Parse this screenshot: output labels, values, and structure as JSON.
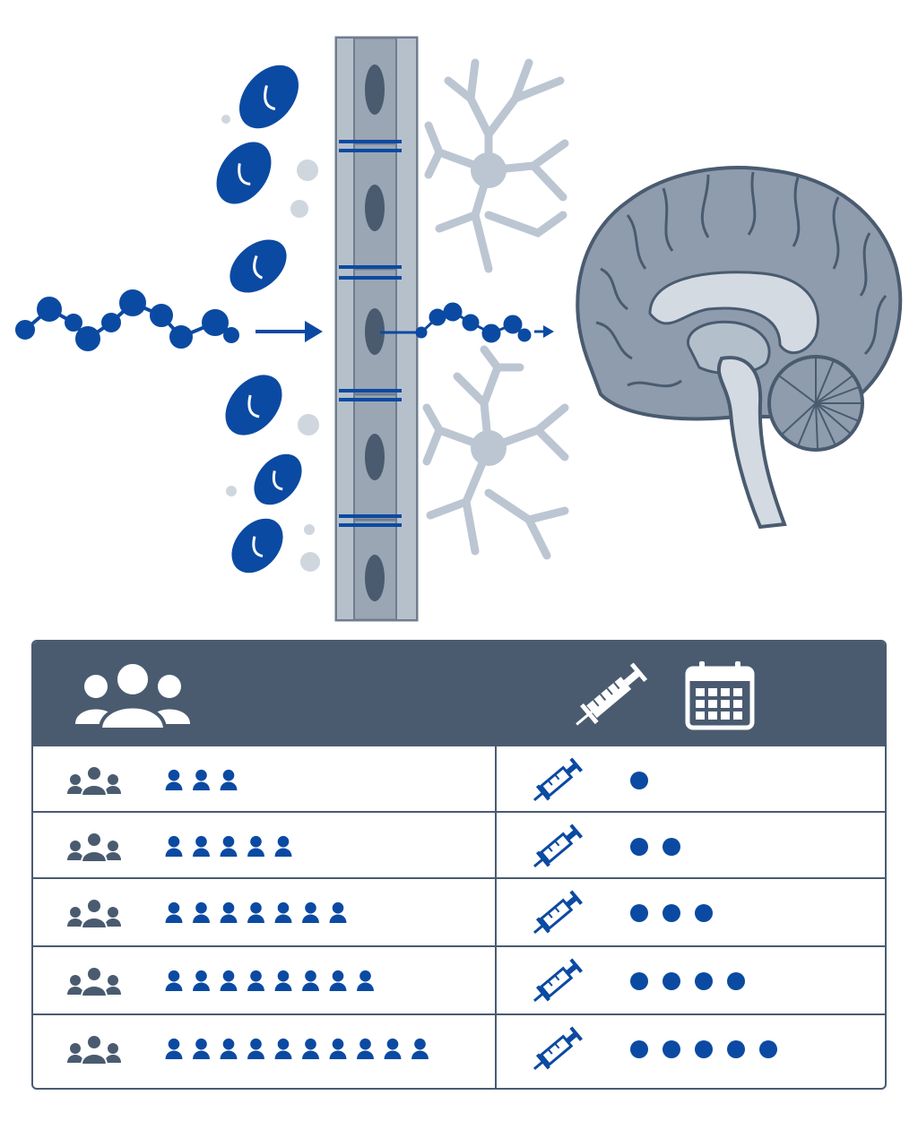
{
  "colors": {
    "accent": "#0b4aa2",
    "slate": "#4a5b70",
    "cell_gray": "#8a97a6",
    "neuron_gray": "#bcc6d2",
    "background": "#ffffff"
  },
  "illustration": {
    "left_element": "peptide-chain",
    "barrier": "blood-brain-barrier",
    "right_element": "brain-sagittal",
    "cells": [
      "red-blood-cell",
      "astrocyte"
    ]
  },
  "table": {
    "header": {
      "col1_icon": "group-icon",
      "col2_icons": [
        "syringe-icon",
        "calendar-icon"
      ]
    },
    "rows": [
      {
        "group_size": 3,
        "doses": 1
      },
      {
        "group_size": 5,
        "doses": 2
      },
      {
        "group_size": 7,
        "doses": 3
      },
      {
        "group_size": 8,
        "doses": 4
      },
      {
        "group_size": 10,
        "doses": 5
      }
    ]
  }
}
